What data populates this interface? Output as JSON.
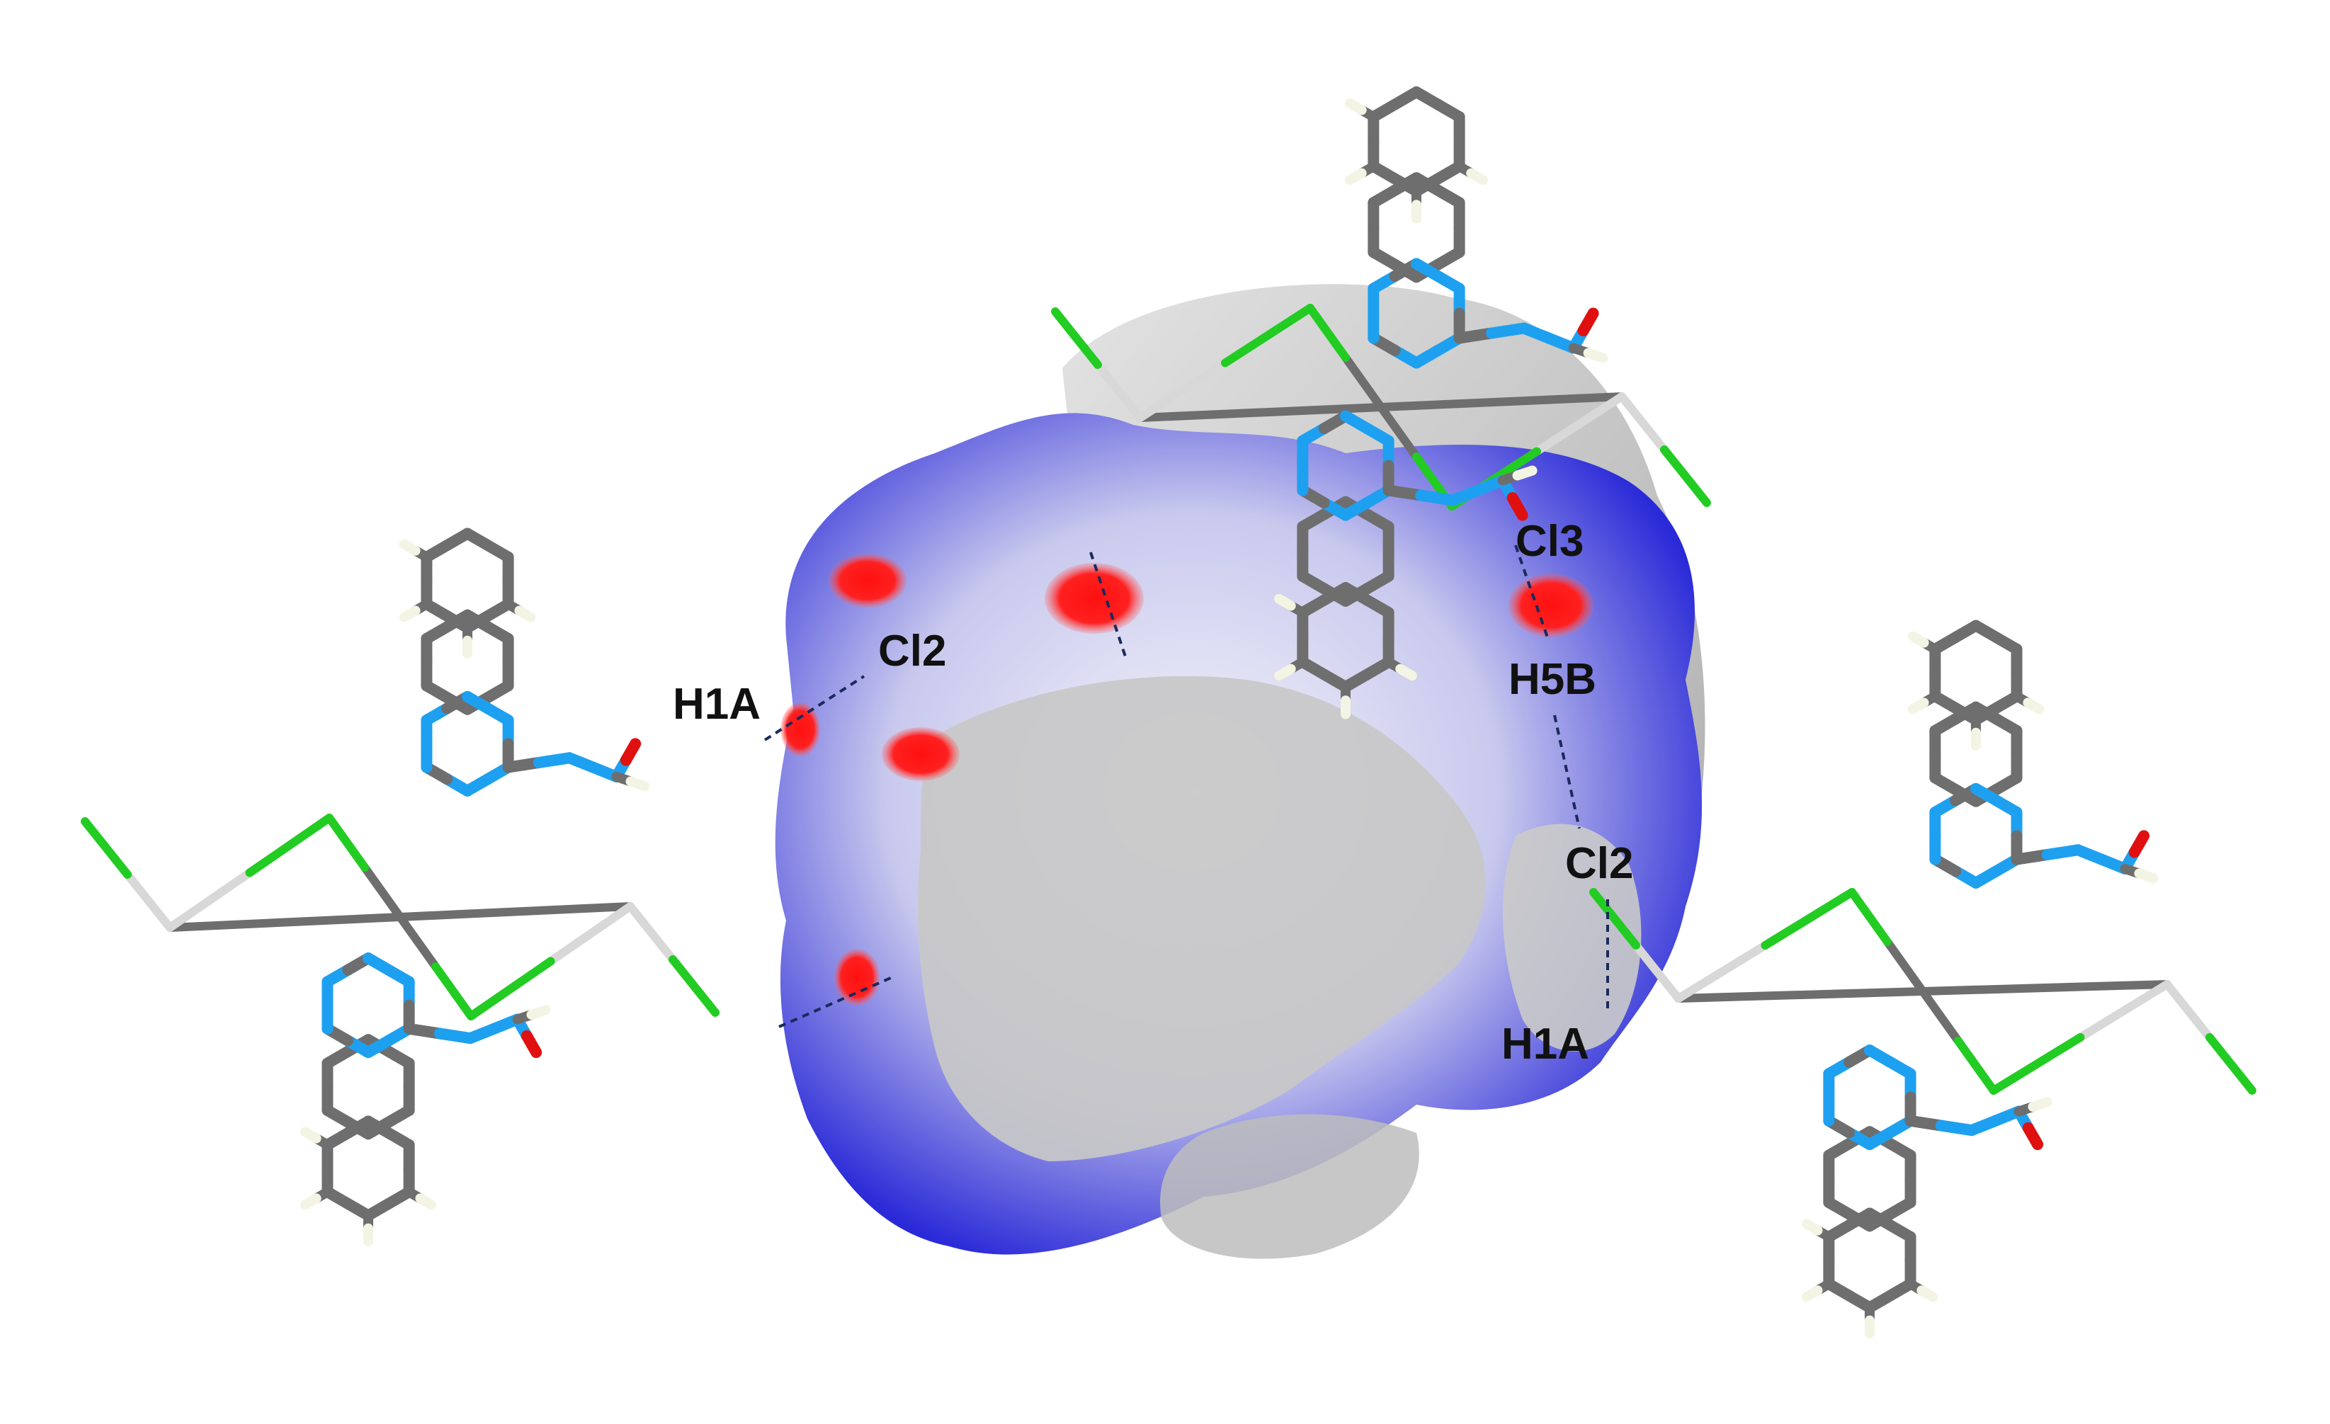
{
  "figure": {
    "background": "#ffffff",
    "colors": {
      "surface_white": "#ffffff",
      "surface_blue": "#2a2ad8",
      "surface_red_spot": "#ff1a1a",
      "surface_grey": "#c8c8c8",
      "carbon": "#6e6e6e",
      "nitrogen": "#1ea0f0",
      "chlorine": "#22cc22",
      "oxygen": "#e01010",
      "hydrogen": "#f4f4e4",
      "metal": "#d8d8d8",
      "contact_line": "#1a2a5a"
    },
    "labels": {
      "cl3": "Cl3",
      "h5b": "H5B",
      "cl2_top": "Cl2",
      "h1a_left": "H1A",
      "cl2_right": "Cl2",
      "h1a_right": "H1A"
    }
  }
}
